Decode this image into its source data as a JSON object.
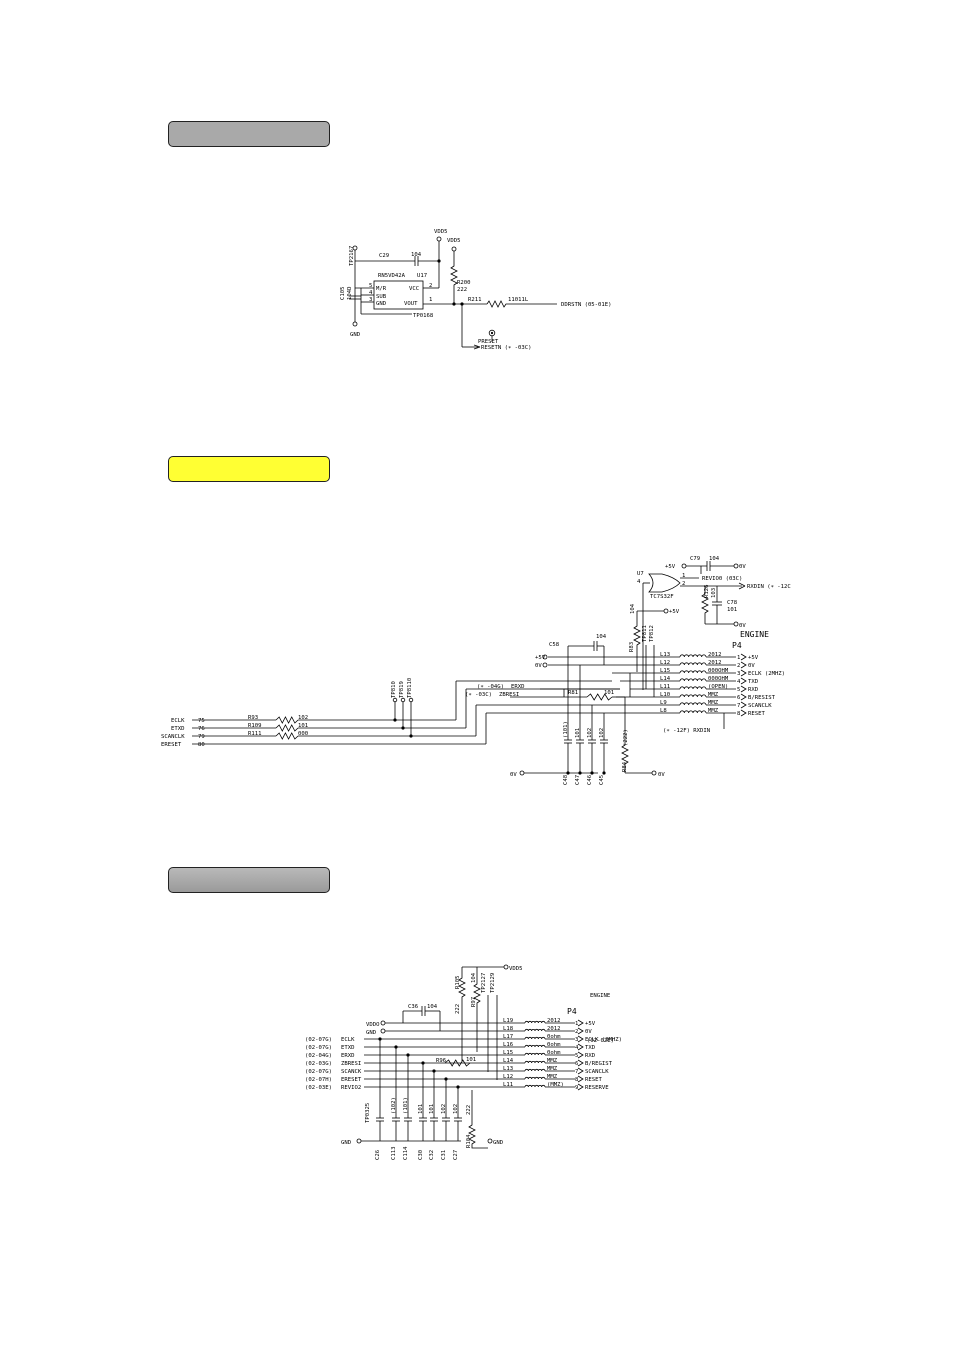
{
  "banners": {
    "section1": {
      "color": "#a9a9a9",
      "label": ""
    },
    "section2": {
      "color": "#ffff33",
      "label": ""
    },
    "section3": {
      "color": "#a9a9a9",
      "label": ""
    }
  },
  "reset_circuit": {
    "vdd5_a": "VDD5",
    "vdd5_b": "VDD5",
    "tp2167": "TP2167",
    "c29": "C29",
    "c29_val": "104",
    "c105": "C105",
    "c105_val": "104D",
    "ic_part": "RN5VD42A",
    "ic_ref": "U17",
    "pin5": "5",
    "pin4": "4",
    "pin3": "3",
    "pin2": "2",
    "pin1": "1",
    "pin_mr": "M/R",
    "pin_vcc": "VCC",
    "pin_sub": "SUB",
    "pin_gnd": "GND",
    "pin_vout": "VOUT",
    "r200": "R200",
    "r200_val": "222",
    "r211": "R211",
    "r211_val": "11011L",
    "output": "DDRSTN (05-01E)",
    "tp0168": "TP0168",
    "gnd": "GND",
    "preset": "PRESET",
    "resetn": "RESETN (∗ -03C)"
  },
  "engine_circuit": {
    "u7": "U7",
    "u7_pin": "4",
    "u7_part": "TC7S32F",
    "pin1": "1",
    "pin2": "2",
    "c79": "C79",
    "c79_val": "104",
    "p5v_a": "+5V",
    "v0_a": "0V",
    "revio": "REVIO0 (03C)",
    "rxdin_out": "RXDIN (∗ -12C",
    "r126": "R126",
    "r126_val": "103",
    "c78": "C78",
    "c78_val": "101",
    "v0_c78": "0V",
    "r_top": "104",
    "r_top_p5v": "+5V",
    "r83": "R83",
    "tp811": "TP811",
    "tp812": "TP812",
    "c58": "C58",
    "c58_val": "104",
    "p5v_b": "+5V",
    "v0_b": "0V",
    "p4": "P4",
    "engine": "ENGINE",
    "tp810": "TP810",
    "tp819": "TP819",
    "tp8110": "TP8110",
    "erxd_note": "(∗ -04G)",
    "erxd": "ERXD",
    "zbresi_note": "(∗ -03C)",
    "zbresi": "ZBRESI",
    "r81": "R81",
    "r81_val": "101",
    "inputs": [
      {
        "label": "ECLK",
        "pin": "75",
        "ref": "R93",
        "val": "102"
      },
      {
        "label": "ETXD",
        "pin": "76",
        "ref": "R109",
        "val": "101"
      },
      {
        "label": "SCANCLK",
        "pin": "79",
        "ref": "R111",
        "val": "000"
      },
      {
        "label": "ERESET",
        "pin": "80",
        "ref": "",
        "val": ""
      }
    ],
    "lines": [
      {
        "l": "L13",
        "v": "2012",
        "n": "1",
        "sig": "+5V"
      },
      {
        "l": "L12",
        "v": "2012",
        "n": "2",
        "sig": "0V"
      },
      {
        "l": "L15",
        "v": "000OHM",
        "n": "3",
        "sig": "ECLK (2MHZ)"
      },
      {
        "l": "L14",
        "v": "000OHM",
        "n": "4",
        "sig": "TXD"
      },
      {
        "l": "L11",
        "v": "(OPEN)",
        "n": "5",
        "sig": "RXD"
      },
      {
        "l": "L10",
        "v": "MMZ",
        "n": "6",
        "sig": "B/RESIST"
      },
      {
        "l": "L9",
        "v": "MMZ",
        "n": "7",
        "sig": "SCANCLK"
      },
      {
        "l": "L8",
        "v": "MMZ",
        "n": "8",
        "sig": "RESET"
      }
    ],
    "rxdin_note": "(∗ -12F)  RXDIN",
    "caps": [
      {
        "ref": "C48",
        "val": "(101)"
      },
      {
        "ref": "C47",
        "val": "101"
      },
      {
        "ref": "C46",
        "val": "102"
      },
      {
        "ref": "C45",
        "val": "102"
      }
    ],
    "r84": "R84",
    "r84_val": "(222)",
    "gnd_left": "0V",
    "gnd_right": "0V"
  },
  "alt_circuit": {
    "r105": "R105",
    "r105_val": "222",
    "r97": "R97",
    "r97_val": "104",
    "tp2127": "TP2127",
    "tp2129": "TP2129",
    "vdd5": "VDD5",
    "engine": "ENGINE",
    "p4": "P4",
    "c36": "C36",
    "c36_val": "104",
    "vddo": "VDDO",
    "gnd_in": "GND",
    "inputs": [
      {
        "note": "(02-07G)",
        "sig": "ECLK"
      },
      {
        "note": "(02-07G)",
        "sig": "ETXD"
      },
      {
        "note": "(02-04G)",
        "sig": "ERXD"
      },
      {
        "note": "(02-03G)",
        "sig": "ZBRESI"
      },
      {
        "note": "(02-07G)",
        "sig": "SCANCK"
      },
      {
        "note": "(02-07H)",
        "sig": "ERESET"
      },
      {
        "note": "(02-03E)",
        "sig": "REVIO2"
      }
    ],
    "lines": [
      {
        "l": "L19",
        "v": "2012",
        "n": "1",
        "sig": "+5V"
      },
      {
        "l": "L18",
        "v": "2012",
        "n": "2",
        "sig": "0V"
      },
      {
        "l": "L17",
        "v": "0ohm",
        "n": "3",
        "sig": "ECLK (8MHZ)"
      },
      {
        "l": "L16",
        "v": "0ohm",
        "n": "4",
        "sig": "TXD"
      },
      {
        "l": "L15",
        "v": "0ohm",
        "n": "5",
        "sig": "RXD"
      },
      {
        "l": "L14",
        "v": "MMZ",
        "n": "6",
        "sig": "B/REGIST"
      },
      {
        "l": "L13",
        "v": "MMZ",
        "n": "7",
        "sig": "SCANCLK"
      },
      {
        "l": "L12",
        "v": "MMZ",
        "n": "8",
        "sig": "RESET"
      },
      {
        "l": "L11",
        "v": "(MMZ)",
        "n": "9",
        "sig": "RESERVE"
      }
    ],
    "eclk_note": "(02-02E)",
    "r96": "R96",
    "r96_val": "101",
    "tp0325": "TP0325",
    "caps": [
      {
        "ref": "C26",
        "val": ""
      },
      {
        "ref": "C113",
        "val": "(102)"
      },
      {
        "ref": "C114",
        "val": "(101)"
      },
      {
        "ref": "C30",
        "val": "101"
      },
      {
        "ref": "C32",
        "val": "101"
      },
      {
        "ref": "C31",
        "val": "102"
      },
      {
        "ref": "C27",
        "val": "102"
      }
    ],
    "r104": "R104",
    "r104_val": "222",
    "gnd_left": "GND",
    "gnd_right": "GND"
  }
}
